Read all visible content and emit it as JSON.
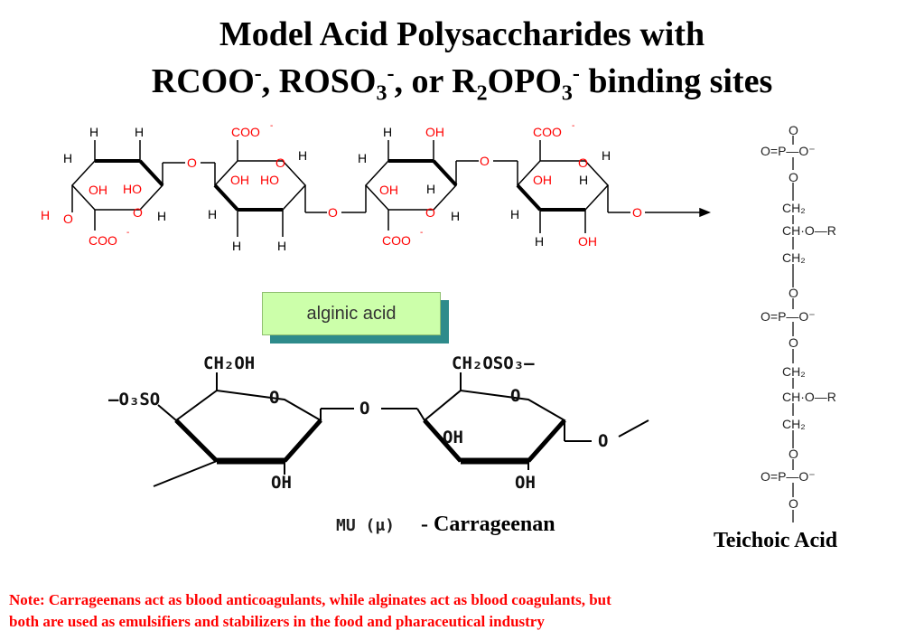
{
  "title": {
    "line1": "Model Acid Polysaccharides with",
    "line2_a": "RCOO",
    "line2_b": ", ROSO",
    "line2_c": ", or R",
    "line2_d": "OPO",
    "line2_e": " binding sites",
    "sup_minus": "-",
    "sub_3": "3",
    "sub_2": "2"
  },
  "alginate": {
    "label": "alginic acid",
    "atoms": {
      "H": "H",
      "O": "O",
      "OH": "OH",
      "HO": "HO",
      "COO": "COO",
      "minus": "-"
    }
  },
  "carrageenan": {
    "label": "- Carrageenan",
    "mu_label": "MU (μ)",
    "ch2oh": "CH₂OH",
    "ch2oso3": "CH₂OSO₃—",
    "o3so": "—O₃SO",
    "oh": "OH",
    "o": "O"
  },
  "teichoic": {
    "label": "Teichoic Acid",
    "o": "O",
    "p_eq": "O=P—O⁻",
    "ch2": "CH₂",
    "choR": "CH·O—R"
  },
  "note": {
    "line1": "Note: Carrageenans act as blood anticoagulants, while alginates act as blood coagulants, but",
    "line2": "both are used as emulsifiers and stabilizers in the food and pharaceutical industry"
  },
  "colors": {
    "heteroatom": "#ff0000",
    "note": "#ff0000",
    "label_bg": "#ccffaa",
    "label_shadow": "#2e8b8b"
  }
}
